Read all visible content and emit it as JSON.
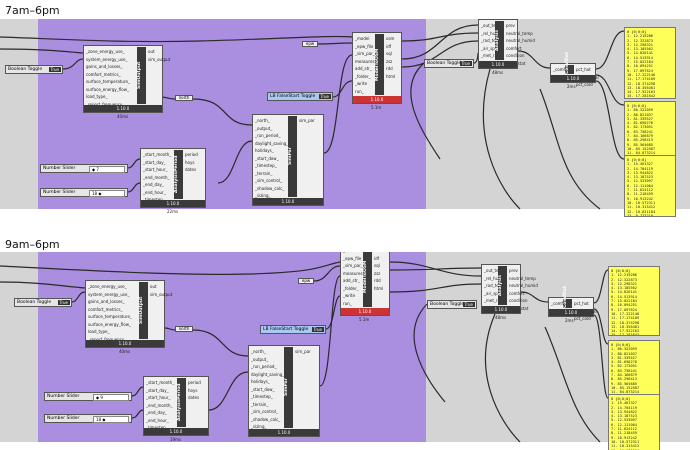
{
  "headings": {
    "top": "7am–6pm",
    "bottom": "9am–6pm"
  },
  "toggle": {
    "boolean_label": "Boolean Toggle",
    "boolean_value": "True",
    "blue_label": "LB FalseStart Toggle",
    "blue_value": "True",
    "right_label": "Boolean Toggle",
    "right_value": "True"
  },
  "sliders": {
    "s1_label": "Number Slider",
    "s1_value_top": "◆ 7",
    "s1_value_bottom": "◆ 9",
    "s2_label": "Number Slider",
    "s2_value": "18 ◆"
  },
  "relays": {
    "north": "north",
    "epw": "epw"
  },
  "simoutput": {
    "name": "SimOutput",
    "inputs": [
      "_zone_energy_use_",
      "system_energy_use_",
      "gains_and_losses_",
      "comfort_metrics_",
      "surface_temperature_",
      "surface_energy_flow_",
      "load_type_",
      "_report_frequency_"
    ],
    "outputs": [
      "out",
      "sim_output"
    ],
    "version": "1.10.0",
    "time": "40ms"
  },
  "analysis": {
    "name": "AnalysisPeriod",
    "inputs": [
      "_start_month_",
      "_start_day_",
      "_start_hour_",
      "_end_month_",
      "_end_day_",
      "_end_hour_",
      "_timestep_"
    ],
    "outputs": [
      "period",
      "hoys",
      "dates"
    ],
    "version": "1.10.0",
    "time_top": "22ms",
    "time_bottom": "19ms"
  },
  "simpar": {
    "name": "SimPar",
    "inputs": [
      "_north_",
      "_output_",
      "_run_period_",
      "daylight_saving_",
      "holidays_",
      "_start_dow_",
      "_timestep_",
      "_terrain_",
      "_sim_control_",
      "_shadow_calc_",
      "_sizing_"
    ],
    "outputs": [
      "sim_par"
    ],
    "version": "1.10.0"
  },
  "model": {
    "name": "ModelToOSM",
    "inputs": [
      "_model",
      "_epw_file",
      "_sim_par_",
      "measures_",
      "add_str_",
      "_folder_",
      "_write",
      "run_"
    ],
    "outputs": [
      "osm",
      "idf",
      "sql",
      "zsz",
      "rdd",
      "html"
    ],
    "version": "1.10.0",
    "time": "5.1m"
  },
  "comp2": {
    "name": "Analysis",
    "inputs": [
      "_out_temp",
      "_rel_humid",
      "_rad_temp",
      "_air_speed_",
      "_met_rate_",
      "_clo_value_"
    ],
    "outputs": [
      "prev",
      "neutral_temp",
      "neutral_humid",
      "comfort",
      "condition",
      "cond_stat"
    ],
    "version": "1.10.0",
    "time": "48ms"
  },
  "comp3": {
    "name": "ComfDat",
    "inputs": [
      "_comf_obj"
    ],
    "outputs": [
      "pct_hot",
      "pct_neutral",
      "pct_cold"
    ],
    "version": "1.10.0",
    "time": "2ms"
  },
  "panels": {
    "p1": [
      "0 {0;0;0}",
      "1. 12.219286",
      "2. 12.322873",
      "3. 12.298321",
      "4. 13.185562",
      "5. 14.820141",
      "6. 14.513914",
      "7. 15.022184",
      "8. 16.094251",
      "9. 17.097624",
      "10. 17.222146",
      "11. 17.174109",
      "12. 18.374298",
      "13. 18.356481",
      "14. 17.922163",
      "15. 17.281642",
      "16. 16.213114"
    ],
    "p2": [
      "0 {0;0;0}",
      "1. 80.322059",
      "2. 80.821037",
      "3. 81.339527",
      "4. 81.690276",
      "5. 82.173051",
      "6. 83.758241",
      "7. 84.166879",
      "8. 85.296413",
      "9. 85.564685",
      "10. 85.152587",
      "11. 84.873214",
      "12. 84.112041",
      "13. 83.522016",
      "14. 82.941180"
    ],
    "p3": [
      "0 {0;0;0}",
      "1. 15.461327",
      "2. 14.704119",
      "3. 13.944822",
      "4. 13.187523",
      "5. 12.533097",
      "6. 12.111064",
      "7. 11.624112",
      "8. 11.218459",
      "9. 10.913242",
      "10. 10.572311",
      "11. 10.315412",
      "12. 10.021184",
      "13. 9.773219",
      "14. 9.442057"
    ]
  }
}
